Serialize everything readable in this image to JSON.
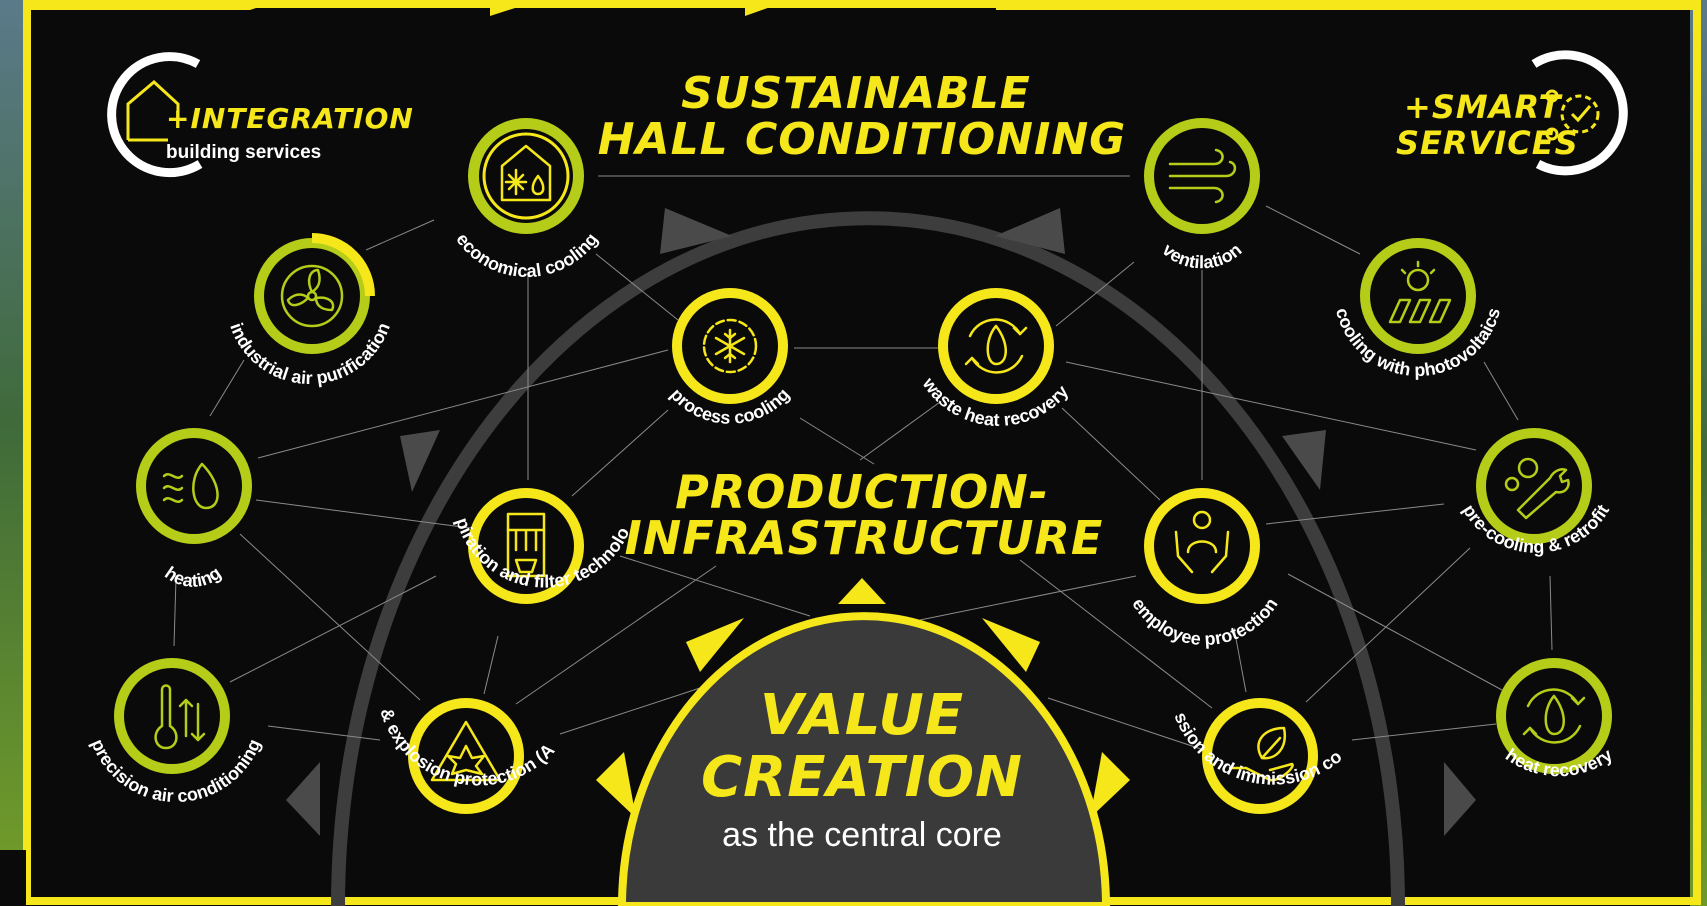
{
  "colors": {
    "accent_yellow": "#f5e71a",
    "accent_lime": "#b5cc18",
    "background": "#0a0a0a",
    "core_fill": "#3a3a3a",
    "white": "#ffffff"
  },
  "headline": {
    "line1": "SUSTAINABLE",
    "line2": "HALL CONDITIONING"
  },
  "center_title": {
    "line1": "PRODUCTION-",
    "line2": "INFRASTRUCTURE"
  },
  "core": {
    "line1": "VALUE",
    "line2": "CREATION",
    "subtitle": "as the central core"
  },
  "badges": {
    "integration": {
      "title": "+INTEGRATION",
      "subtitle": "building services",
      "icon": "house-icon"
    },
    "smart": {
      "title_line1": "+SMART",
      "title_line2": "SERVICES",
      "icon": "gear-check-icon"
    }
  },
  "nodes": {
    "economical_cooling": {
      "label": "economical cooling",
      "icon": "house-snowflake-drop-icon"
    },
    "ventilation": {
      "label": "ventilation",
      "icon": "wind-icon"
    },
    "industrial_air_purification": {
      "label": "industrial air purification",
      "icon": "fan-icon"
    },
    "cooling_with_photovoltaics": {
      "label": "cooling with photovoltaics",
      "icon": "solar-panel-icon"
    },
    "process_cooling": {
      "label": "process cooling",
      "icon": "snowflake-gear-icon"
    },
    "waste_heat_recovery": {
      "label": "waste heat recovery",
      "icon": "flame-cycle-icon"
    },
    "heating": {
      "label": "heating",
      "icon": "heat-waves-flame-icon"
    },
    "pre_cooling_retrofit": {
      "label": "pre-cooling & retrofit",
      "icon": "wrench-gear-icon"
    },
    "aspiration_filter": {
      "label": "aspiration and filter technology",
      "icon": "filter-unit-icon"
    },
    "employee_protection": {
      "label": "employee protection",
      "icon": "person-hands-icon"
    },
    "precision_air_conditioning": {
      "label": "precision air conditioning",
      "icon": "thermometer-arrows-icon"
    },
    "fire_explosion": {
      "label": "fire & explosion protection (ATEX)",
      "icon": "warning-explosion-icon"
    },
    "emission_immission": {
      "label": "emission and immission control",
      "icon": "hand-leaf-icon"
    },
    "heat_recovery": {
      "label": "heat recovery",
      "icon": "flame-cycle-icon"
    }
  }
}
